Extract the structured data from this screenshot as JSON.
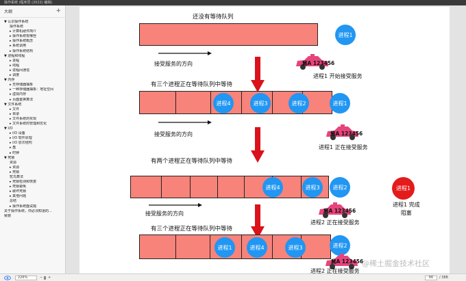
{
  "titlebar": {
    "text": "操作系统 (程序员 (2022) 编辑)"
  },
  "sidebar": {
    "title": "大纲",
    "add": "+",
    "items": [
      "▼ 认识操作系统",
      "操作系统",
      "▸ 计算机硬件简介",
      "▸ 操作系统有哪些",
      "▸ 操作系统概念",
      "▸ 系统调用",
      "▸ 操作系统结构",
      "▼ 进程和线程",
      "▸ 进程",
      "▸ 线程",
      "▸ 进程间通信",
      "▸ 调度",
      "▼ 内存",
      "▸ 无存储器抽象",
      "▸ 一种存储器抽象：地址空间",
      "▸ 虚拟内存",
      "▸ 页面置换算法",
      "▼ 文件系统",
      "▸ 文件",
      "▸ 目录",
      "▸ 文件系统的实现",
      "▸ 文件系统的管理和优化",
      "▼ I/O",
      "▸ I/O 设备",
      "▸ I/O 软件原理",
      "▸ I/O 层次结构",
      "▸ 盘",
      "▸ 时钟",
      "▼ 死锁",
      "资源",
      "▸ 资源",
      "▸ 死锁",
      "鸵鸟算法",
      "▸ 死锁检测和恢复",
      "▸ 死锁避免",
      "▸ 破坏死锁",
      "▸ 其他问题",
      "总结",
      "▸ 操作系统面试题",
      "关于操作系统，你必须知道的...",
      "致谢"
    ]
  },
  "status": {
    "zoom": "226%",
    "zoom_minus": "−",
    "zoom_plus": "+",
    "page": "66",
    "page_total": "/ 388"
  },
  "diagram": {
    "stage1": {
      "title": "还没有等待队列",
      "direction": "接受服务的方向",
      "proc": "进程1",
      "plate": "冀A 123456",
      "caption": "进程1 开始接受服务"
    },
    "stage2": {
      "title": "有三个进程正在等待队列中等待",
      "q": [
        "进程4",
        "进程3",
        "进程2"
      ],
      "proc": "进程1",
      "direction": "接受服务的方向",
      "plate": "冀A 123456",
      "caption": "进程1 正在接受服务"
    },
    "stage3": {
      "title": "有两个进程正在等待队列中等待",
      "q": [
        "进程4",
        "进程3"
      ],
      "proc": "进程2",
      "blocked": "进程1",
      "direction": "接受服务的方向",
      "plate": "冀A 123456",
      "caption": "进程2 正在接受服务",
      "blocked_caption": "进程1 完成\n阻塞"
    },
    "stage4": {
      "title": "有三个进程正在等待队列中等待",
      "q": [
        "进程1",
        "进程4",
        "进程3"
      ],
      "proc": "进程2",
      "plate": "冀A 123456",
      "caption": "进程2 正在接受服务"
    },
    "watermark": "@稀土掘金技术社区",
    "colors": {
      "queue": "#f7837a",
      "process": "#2196f3",
      "blocked": "#e41b1b",
      "arrow": "#d9121b"
    }
  }
}
